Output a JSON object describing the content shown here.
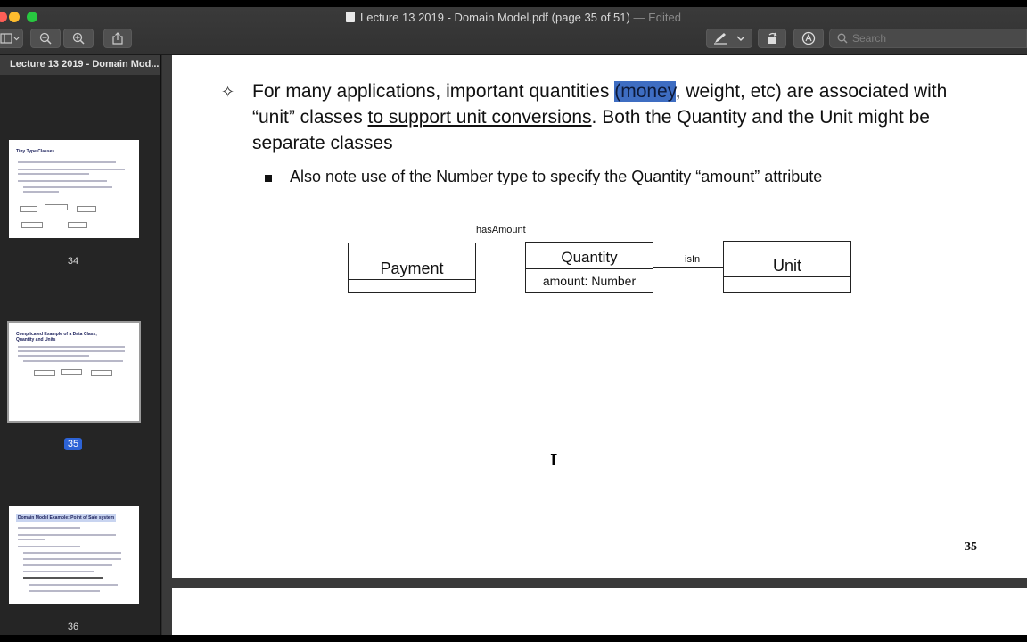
{
  "window": {
    "title": "Lecture 13 2019 - Domain Model.pdf (page 35 of 51)",
    "title_suffix": "— Edited"
  },
  "toolbar": {
    "search_placeholder": "Search",
    "icons": [
      "sidebar-icon",
      "zoom-out-icon",
      "zoom-in-icon",
      "share-icon",
      "markup-pen-icon",
      "chevron-down-icon",
      "rotate-icon",
      "annotate-icon",
      "search-icon"
    ]
  },
  "sidebar": {
    "header": "Lecture 13 2019 - Domain Mod...",
    "pages": [
      {
        "label": "34",
        "title": "Tiny Type Classes",
        "selected": false
      },
      {
        "label": "35",
        "title": "Complicated Example of a Data Class; Quantity and Units",
        "selected": true
      },
      {
        "label": "36",
        "title": "Domain Model Example: Point of Sale system",
        "selected": false
      }
    ]
  },
  "slide": {
    "bullet_part1": "For many applications, important quantities ",
    "bullet_highlight": "(money",
    "bullet_part2": ", weight, etc) are associated with “unit” classes ",
    "bullet_underlined": "to support unit conversions",
    "bullet_part3": ". Both the Quantity and the Unit might be separate classes",
    "sub_bullet": "Also note use of the Number type to specify the Quantity “amount” attribute",
    "page_number": "35",
    "diagram": {
      "payment": "Payment",
      "quantity": "Quantity",
      "quantity_attr": "amount: Number",
      "unit": "Unit",
      "assoc_has_amount": "hasAmount",
      "assoc_is_in": "isIn"
    }
  },
  "colors": {
    "highlight": "#3e6dc2",
    "selected_page": "#2d63d6"
  }
}
